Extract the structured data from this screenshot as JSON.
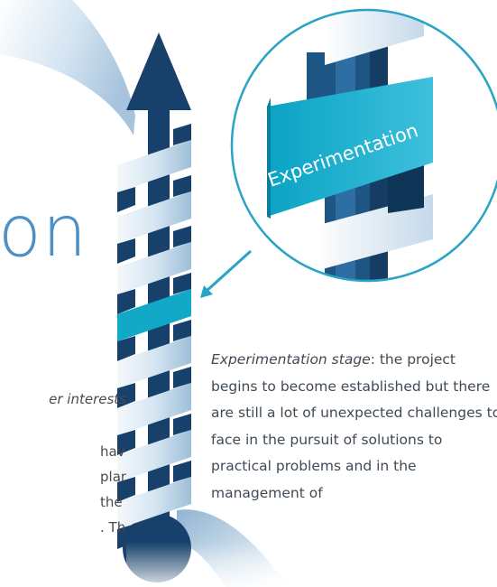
{
  "title_fragment": "on",
  "callout_label": "Experimentation",
  "left_column": {
    "italic_line": "er interests",
    "body_lines": [
      "haviour​al",
      "plans will",
      "the",
      ". This will"
    ]
  },
  "right_column": {
    "stage_name": "Experimentation stage",
    "description": ": the project begins to become established but there are still a lot of unexpected challenges to face in the pursuit of solutions to practical problems and in the management of"
  },
  "colors": {
    "navy": "#17406a",
    "ribbon_light": "#dbe9f4",
    "ribbon_highlight": "#12a9c8",
    "circle_stroke": "#29a3c6",
    "title_blue": "#4e8fc4"
  }
}
